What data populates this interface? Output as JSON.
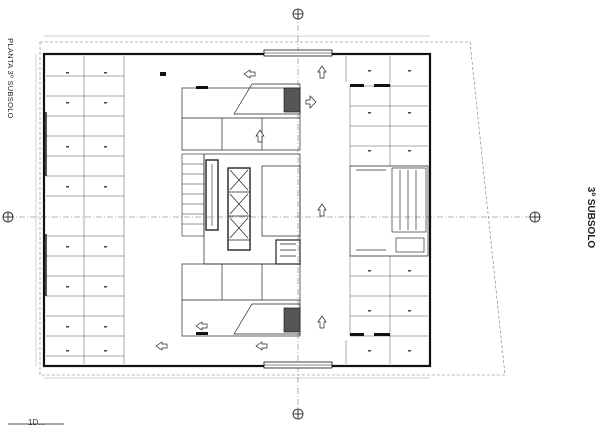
{
  "drawing": {
    "title_left": "PLANTA 3º SUBSOLO",
    "title_right": "3º SUBSOLO",
    "scale_note": "1D..."
  },
  "colors": {
    "line": "#1a1a1a",
    "light": "#9a9a9a",
    "fill_dark": "#1a1a1a"
  }
}
